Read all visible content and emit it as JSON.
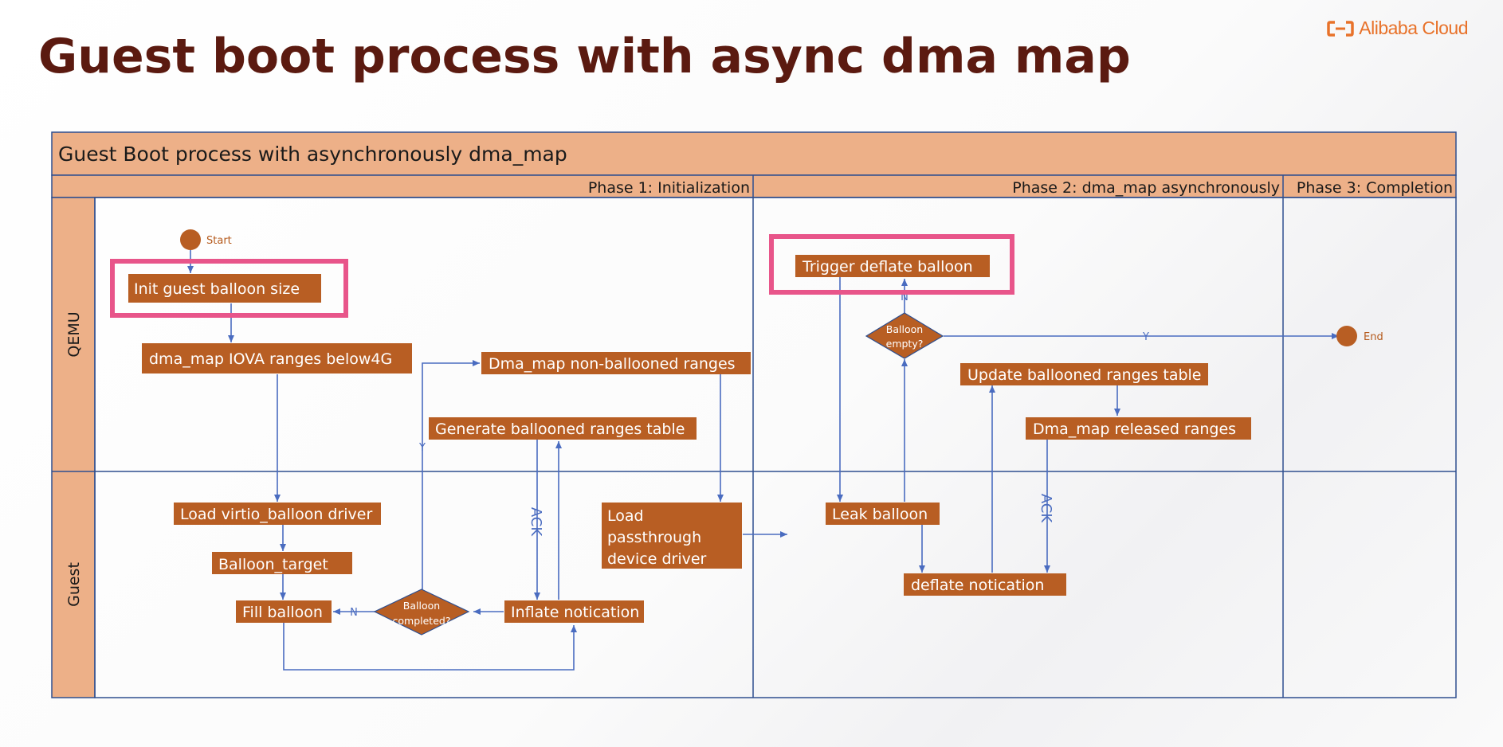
{
  "slide": {
    "title": "Guest boot process with async dma map",
    "logo_text": "Alibaba Cloud"
  },
  "diagram": {
    "header": "Guest Boot process with asynchronously dma_map",
    "phases": [
      "Phase 1: Initialization",
      "Phase 2: dma_map asynchronously",
      "Phase 3: Completion"
    ],
    "lanes": [
      "QEMU",
      "Guest"
    ],
    "start_label": "Start",
    "end_label": "End",
    "steps": {
      "init_balloon": "Init guest balloon size",
      "dma_map_below4g": "dma_map IOVA ranges below4G",
      "load_virtio": "Load virtio_balloon driver",
      "balloon_target": "Balloon_target",
      "fill_balloon": "Fill balloon",
      "inflate_notification": "Inflate notication",
      "generate_table": "Generate ballooned ranges table",
      "dma_map_nonballooned": "Dma_map non-ballooned ranges",
      "load_passthrough_lines": [
        "Load",
        "passthrough",
        "device driver"
      ],
      "trigger_deflate": "Trigger deflate balloon",
      "leak_balloon": "Leak balloon",
      "deflate_notification": "deflate notication",
      "update_table": "Update ballooned ranges table",
      "dma_map_released": "Dma_map released ranges"
    },
    "decisions": {
      "balloon_completed": [
        "Balloon",
        "completed?"
      ],
      "balloon_empty": [
        "Balloon",
        "empty?"
      ]
    },
    "edge_labels": {
      "yes": "Y",
      "no": "N",
      "ack": "ACK"
    },
    "colors": {
      "box": "#b85e23",
      "header": "#edb088",
      "line": "#4a6cc0",
      "highlight": "#e8558a",
      "title": "#5b1a10",
      "logo": "#e8722a"
    }
  }
}
